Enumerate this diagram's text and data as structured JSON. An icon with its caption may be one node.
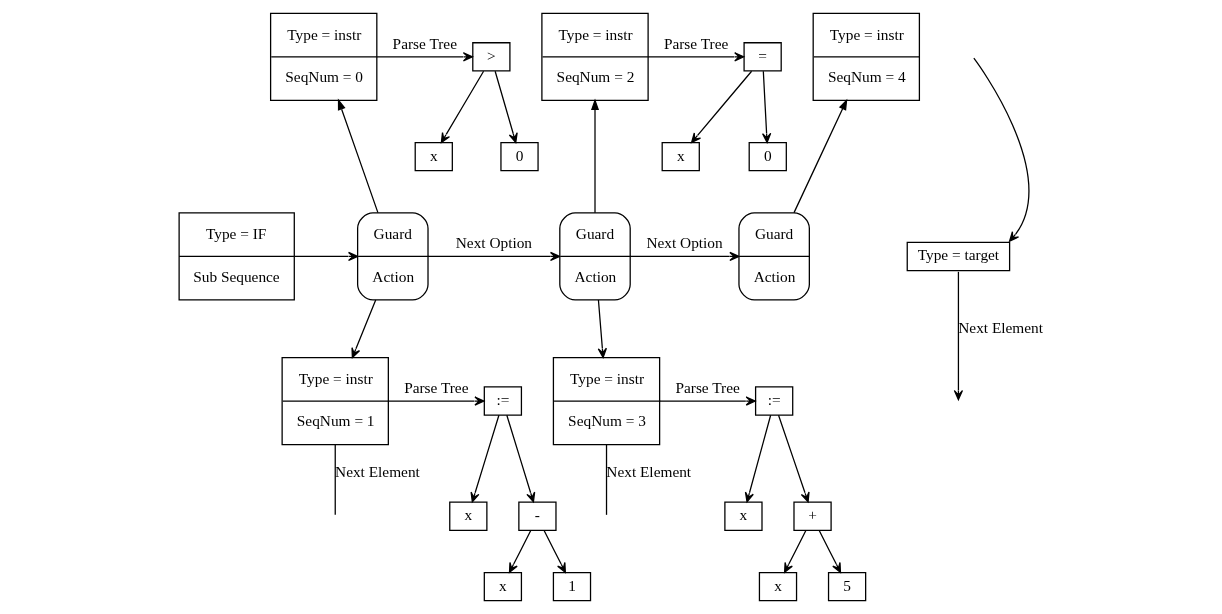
{
  "diagram": {
    "nodes": [
      {
        "text": [
          "Type = IF",
          "Sub Sequence"
        ]
      },
      {
        "text": [
          "Guard",
          "Action"
        ]
      },
      {
        "text": [
          "Type = instr",
          "SeqNum = 0"
        ]
      },
      {
        "text": [
          ">"
        ]
      },
      {
        "text": [
          "x"
        ]
      },
      {
        "text": [
          "0"
        ]
      },
      {
        "text": [
          "Guard",
          "Action"
        ]
      },
      {
        "text": [
          "Type = instr",
          "SeqNum = 2"
        ]
      },
      {
        "text": [
          "="
        ]
      },
      {
        "text": [
          "x"
        ]
      },
      {
        "text": [
          "0"
        ]
      },
      {
        "text": [
          "Guard",
          "Action"
        ]
      },
      {
        "text": [
          "Type = instr",
          "SeqNum = 4"
        ]
      },
      {
        "text": [
          "Type = target"
        ]
      },
      {
        "text": [
          "Type = instr",
          "SeqNum = 1"
        ]
      },
      {
        "text": [
          ":="
        ]
      },
      {
        "text": [
          "x"
        ]
      },
      {
        "text": [
          "-"
        ]
      },
      {
        "text": [
          "x"
        ]
      },
      {
        "text": [
          "1"
        ]
      },
      {
        "text": [
          "Type = instr",
          "SeqNum = 3"
        ]
      },
      {
        "text": [
          ":="
        ]
      },
      {
        "text": [
          "x"
        ]
      },
      {
        "text": [
          "+"
        ]
      },
      {
        "text": [
          "x"
        ]
      },
      {
        "text": [
          "5"
        ]
      }
    ],
    "edges": [
      {
        "from": 0,
        "to": 1,
        "arrow": "to"
      },
      {
        "from": 1,
        "to": 2,
        "arrow": "to"
      },
      {
        "from": 2,
        "to": 3,
        "arrow": "to",
        "label": "Parse Tree"
      },
      {
        "from": 3,
        "to": 4,
        "arrow": "to"
      },
      {
        "from": 3,
        "to": 5,
        "arrow": "to"
      },
      {
        "from": 1,
        "to": 6,
        "arrow": "to",
        "label": "Next Option"
      },
      {
        "from": 6,
        "to": 7,
        "arrow": "to"
      },
      {
        "from": 7,
        "to": 8,
        "arrow": "to",
        "label": "Parse Tree"
      },
      {
        "from": 8,
        "to": 9,
        "arrow": "to"
      },
      {
        "from": 8,
        "to": 10,
        "arrow": "to"
      },
      {
        "from": 6,
        "to": 11,
        "arrow": "to",
        "label": "Next Option"
      },
      {
        "from": 11,
        "to": 12,
        "arrow": "to"
      },
      {
        "from": null,
        "to": 13,
        "arrow": "to"
      },
      {
        "from": 13,
        "to": null,
        "arrow": "to",
        "label": "Next Element"
      },
      {
        "from": 1,
        "to": 14,
        "arrow": "to"
      },
      {
        "from": 14,
        "to": 15,
        "arrow": "to",
        "label": "Parse Tree"
      },
      {
        "from": 15,
        "to": 16,
        "arrow": "to"
      },
      {
        "from": 15,
        "to": 17,
        "arrow": "to"
      },
      {
        "from": 17,
        "to": 18,
        "arrow": "to"
      },
      {
        "from": 17,
        "to": 19,
        "arrow": "to"
      },
      {
        "from": 14,
        "to": null,
        "arrow": "none",
        "label": "Next Element"
      },
      {
        "from": 6,
        "to": 20,
        "arrow": "to"
      },
      {
        "from": 20,
        "to": 21,
        "arrow": "to",
        "label": "Parse Tree"
      },
      {
        "from": 21,
        "to": 22,
        "arrow": "to"
      },
      {
        "from": 21,
        "to": 23,
        "arrow": "to"
      },
      {
        "from": 23,
        "to": 24,
        "arrow": "to"
      },
      {
        "from": 23,
        "to": 25,
        "arrow": "to"
      },
      {
        "from": 20,
        "to": null,
        "arrow": "none",
        "label": "Next Element"
      }
    ]
  }
}
